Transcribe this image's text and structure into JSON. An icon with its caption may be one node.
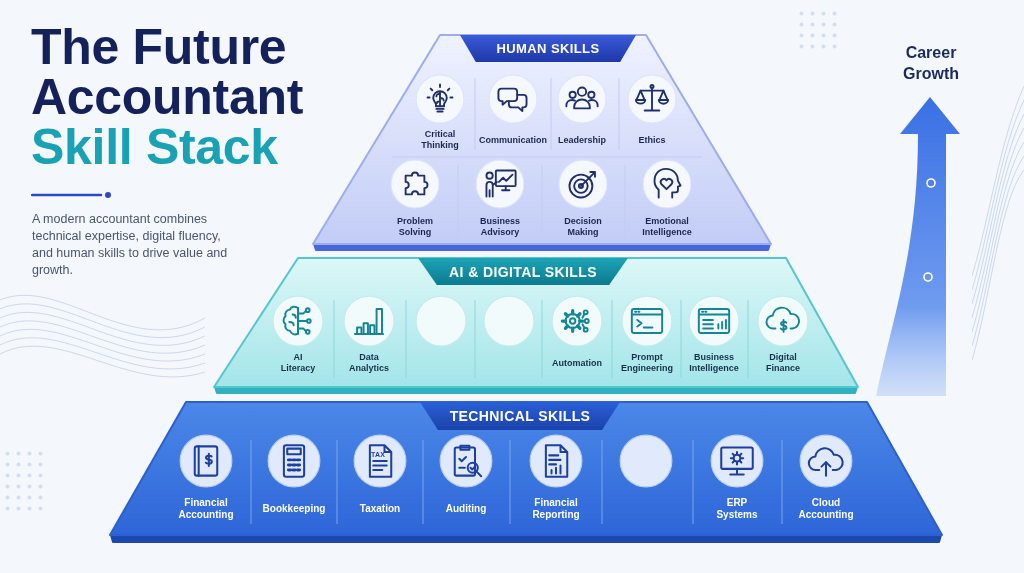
{
  "diagram": {
    "title": "The Future Accountant Skill Stack",
    "nodes": [
      {
        "text": [
          "HUMAN SKILLS"
        ]
      },
      {
        "text": [
          "Critical Thinking"
        ],
        "in": 0
      },
      {
        "text": [
          "Communication"
        ],
        "in": 0
      },
      {
        "text": [
          "Leadership"
        ],
        "in": 0
      },
      {
        "text": [
          "Ethics"
        ],
        "in": 0
      },
      {
        "text": [
          "Problem Solving"
        ],
        "in": 0
      },
      {
        "text": [
          "Business Advisory"
        ],
        "in": 0
      },
      {
        "text": [
          "Decision Making"
        ],
        "in": 0
      },
      {
        "text": [
          "Emotional Intelligence"
        ],
        "in": 0
      },
      {
        "text": [
          "AI & DIGITAL SKILLS"
        ]
      },
      {
        "text": [
          "AI Literacy"
        ],
        "in": 9
      },
      {
        "text": [
          "Data Analytics"
        ],
        "in": 9
      },
      {
        "text": [],
        "shape": "circle",
        "in": 9
      },
      {
        "text": [],
        "shape": "circle",
        "in": 9
      },
      {
        "text": [
          "Automation"
        ],
        "in": 9
      },
      {
        "text": [
          "Prompt Engineering"
        ],
        "in": 9
      },
      {
        "text": [
          "Business Intelligence"
        ],
        "in": 9
      },
      {
        "text": [
          "Digital Finance"
        ],
        "in": 9
      },
      {
        "text": [
          "TECHNICAL SKILLS"
        ]
      },
      {
        "text": [
          "Financial Accounting"
        ],
        "in": 18
      },
      {
        "text": [
          "Bookkeeping"
        ],
        "in": 18
      },
      {
        "text": [
          "Taxation"
        ],
        "in": 18
      },
      {
        "text": [
          "Auditing"
        ],
        "in": 18
      },
      {
        "text": [
          "Financial Reporting"
        ],
        "in": 18
      },
      {
        "text": [],
        "shape": "circle",
        "in": 18
      },
      {
        "text": [
          "ERP Systems"
        ],
        "in": 18
      },
      {
        "text": [
          "Cloud Accounting"
        ],
        "in": 18
      }
    ],
    "labels": [
      "A modern accountant combines technical expertise, digital fluency, and human skills to drive value and growth.",
      "Career Growth",
      "TAX"
    ]
  }
}
